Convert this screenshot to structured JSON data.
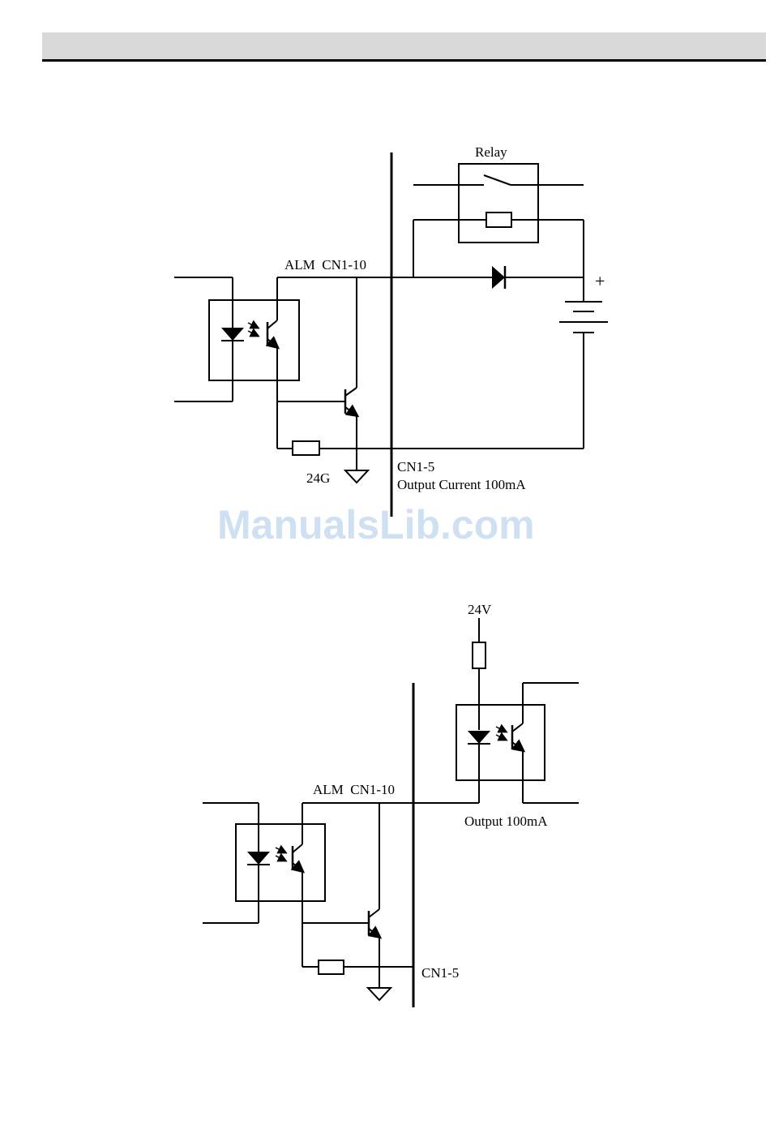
{
  "diagram1": {
    "relay_label": "Relay",
    "alm_label": "ALM  CN1-10",
    "plus_label": "+",
    "cn15_label": "CN1-5",
    "output_label": "Output Current 100mA",
    "gnd_label": "24G"
  },
  "diagram2": {
    "v24_label": "24V",
    "alm_label": "ALM  CN1-10",
    "output_label": "Output 100mA",
    "cn15_label": "CN1-5"
  },
  "watermark": "ManualsLib.com"
}
